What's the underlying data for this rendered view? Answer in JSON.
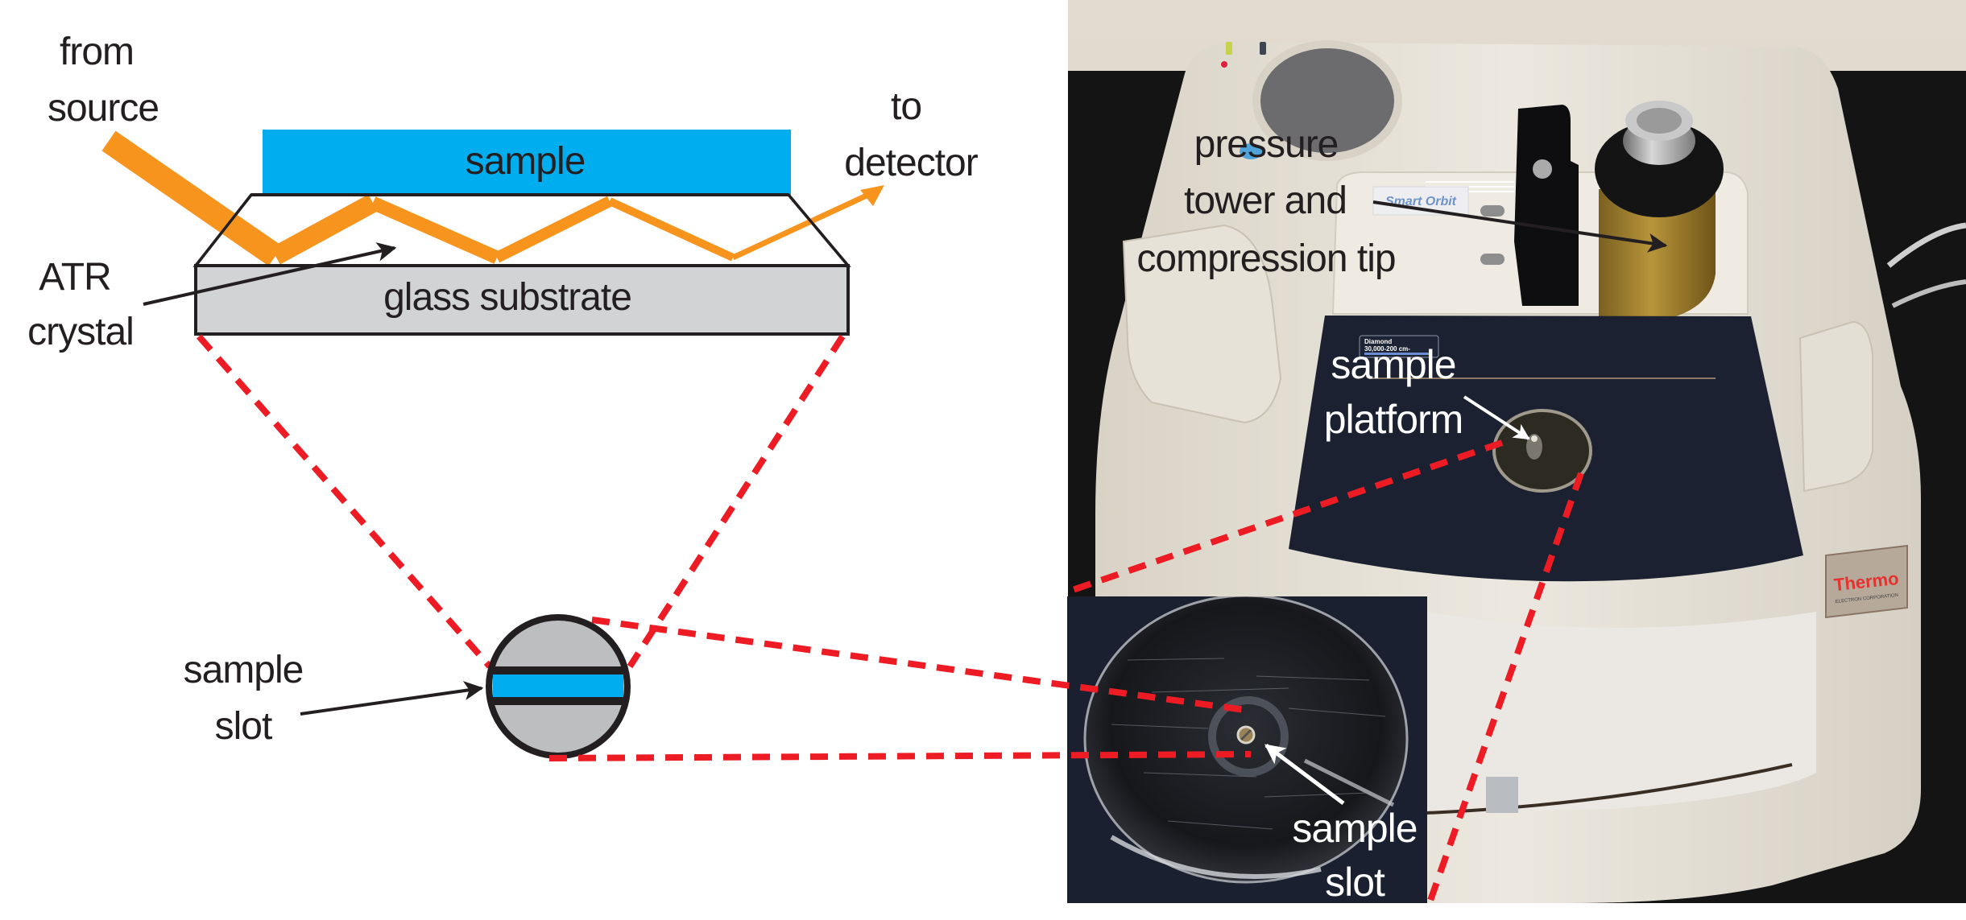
{
  "figure": {
    "title": "ATR-FTIR sampling accessory schematic and photograph",
    "colors": {
      "beam": "#f7941d",
      "sample": "#00aeef",
      "glass": "#d1d3d4",
      "slot_grey": "#bcbec0",
      "outline": "#231f20",
      "dashed_zoom_lines": "#ed1c24",
      "label_dark": "#231f20",
      "label_light": "#ffffff"
    }
  },
  "schematic": {
    "labels": {
      "from_source_line1": "from",
      "from_source_line2": "source",
      "to_detector_line1": "to",
      "to_detector_line2": "detector",
      "sample": "sample",
      "glass_substrate": "glass substrate",
      "atr_line1": "ATR",
      "atr_line2": "crystal",
      "slot_line1": "sample",
      "slot_line2": "slot"
    }
  },
  "photo": {
    "labels": {
      "pressure_line1": "pressure",
      "pressure_line2": "tower and",
      "pressure_line3": "compression tip",
      "platform_line1": "sample",
      "platform_line2": "platform",
      "slot_line1": "sample",
      "slot_line2": "slot"
    },
    "device_text": {
      "smart_orbit": "Smart Orbit",
      "diamond_line1": "Diamond",
      "diamond_line2": "30,000-200 cm-",
      "brand": "Thermo",
      "brand_sub": "ELECTRON CORPORATION"
    }
  }
}
